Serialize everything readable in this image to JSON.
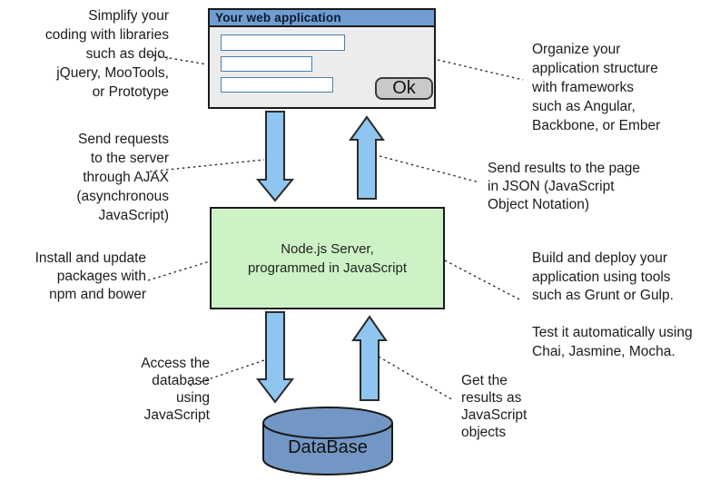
{
  "window": {
    "title": "Your web application",
    "ok_label": "Ok",
    "field_values": [
      "",
      "",
      ""
    ]
  },
  "server_box": {
    "label": "Node.js Server,\nprogrammed in JavaScript"
  },
  "database": {
    "label": "DataBase"
  },
  "annotations": [
    {
      "id": "simplify-libraries",
      "text": "Simplify your\ncoding with libraries\nsuch as dojo,\njQuery, MooTools,\nor Prototype"
    },
    {
      "id": "organize-frameworks",
      "text": "Organize your\napplication structure\nwith frameworks\nsuch as Angular,\nBackbone, or Ember"
    },
    {
      "id": "ajax-requests",
      "text": "Send requests\nto the server\nthrough AJAX\n(asynchronous\nJavaScript)"
    },
    {
      "id": "json-results",
      "text": "Send results to the page\nin JSON (JavaScript\nObject Notation)"
    },
    {
      "id": "npm-bower",
      "text": "Install and update\npackages with\nnpm and bower"
    },
    {
      "id": "build-test-tools",
      "text": "Build and deploy your\napplication using tools\nsuch as Grunt or Gulp.\n\nTest it automatically using\nChai, Jasmine, Mocha."
    },
    {
      "id": "access-database",
      "text": "Access the\ndatabase\nusing\nJavaScript"
    },
    {
      "id": "get-js-objects",
      "text": "Get the\nresults as\nJavaScript\nobjects"
    }
  ],
  "colors": {
    "titlebar_blue": "#719ccf",
    "arrow_blue": "#8ec6f0",
    "server_green": "#ccf2c6",
    "database_blue": "#7297c5",
    "window_gray": "#ececec",
    "button_gray": "#c9c9c9"
  }
}
